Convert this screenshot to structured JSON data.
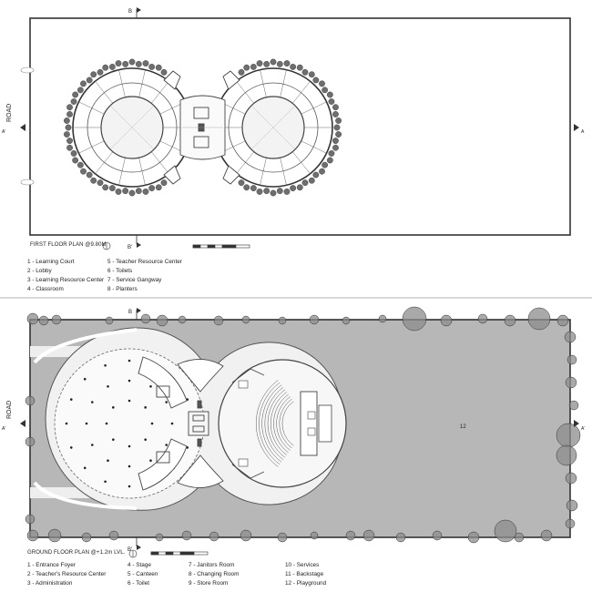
{
  "first_floor": {
    "title": "FIRST FLOOR PLAN @9.80M",
    "road": "ROAD",
    "section_top": "B",
    "section_bottom": "B'",
    "section_left": "A'",
    "section_right": "A",
    "legend": [
      "1 - Learning Court",
      "2 - Lobby",
      "3 - Learning Resource Center",
      "4 - Classroom",
      "5 - Teacher Resource Center",
      "6 - Toilets",
      "7 - Service Gangway",
      "8 - Planters"
    ]
  },
  "ground_floor": {
    "title": "GROUND FLOOR PLAN @+1.2m LVL.",
    "road": "ROAD",
    "section_top": "B",
    "section_bottom": "B'",
    "section_left": "A'",
    "section_right": "A'",
    "playground_number": "12",
    "legend": [
      "1 - Entrance Foyer",
      "2 - Teacher's Resource Center",
      "3 - Administration",
      "4 - Stage",
      "5 - Canteen",
      "6 - Toilet",
      "7 - Janitors Room",
      "8 - Changing Room",
      "9 - Store Room",
      "10 - Services",
      "11 - Backstage",
      "12 - Playground"
    ]
  }
}
